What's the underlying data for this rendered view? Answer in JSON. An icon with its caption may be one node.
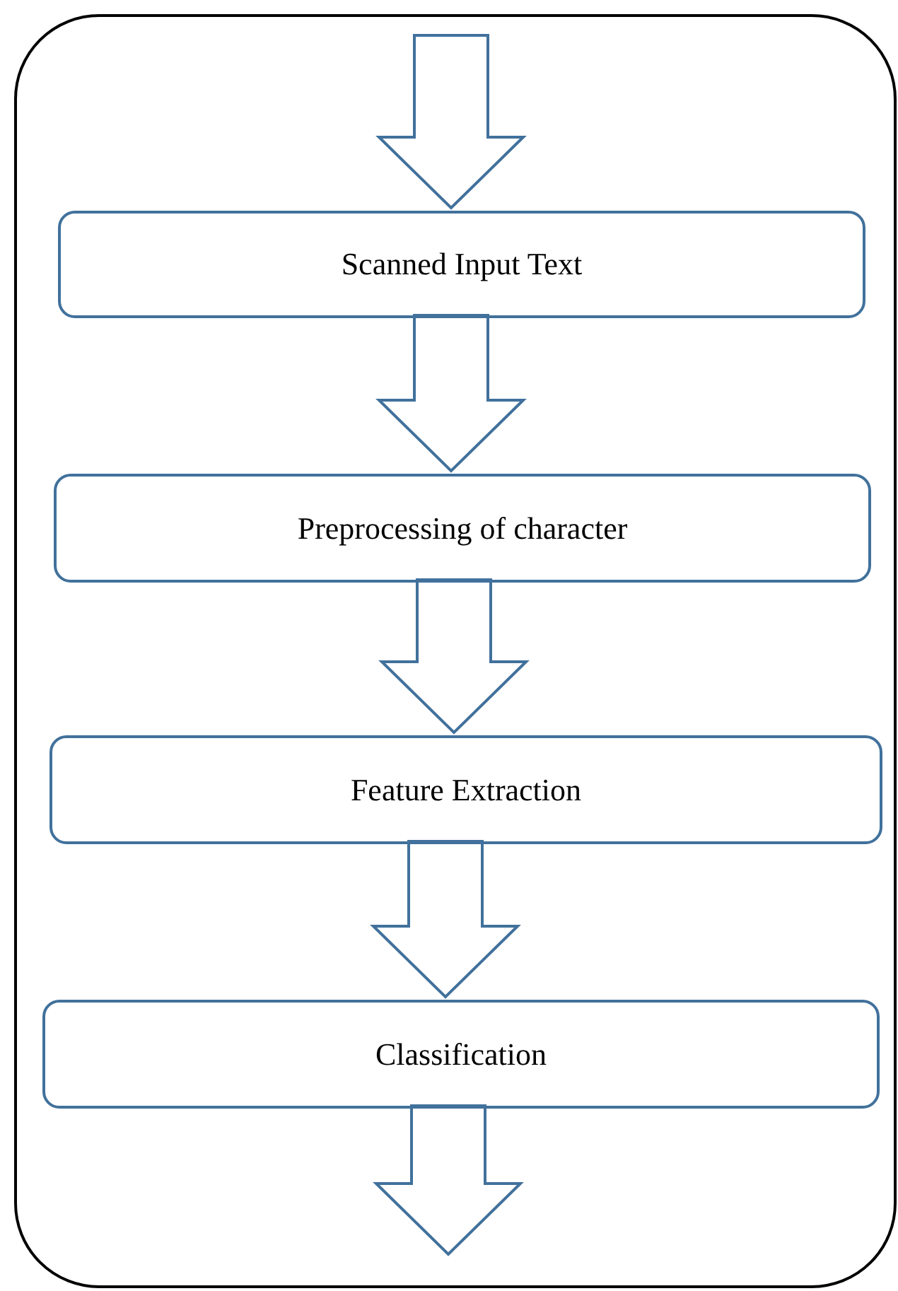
{
  "diagram": {
    "nodes": [
      {
        "text": [],
        "shape": "box"
      },
      {
        "text": [
          "Scanned Input Text"
        ],
        "in": 0
      },
      {
        "text": [
          "Preprocessing of character"
        ],
        "in": 0
      },
      {
        "text": [
          "Feature Extraction"
        ],
        "in": 0
      },
      {
        "text": [
          "Classification"
        ],
        "in": 0
      }
    ],
    "edges": [
      {
        "from": null,
        "to": 1,
        "arrow": "to"
      },
      {
        "from": 1,
        "to": 2,
        "arrow": "to"
      },
      {
        "from": 2,
        "to": 3,
        "arrow": "to"
      },
      {
        "from": 3,
        "to": 4,
        "arrow": "to"
      },
      {
        "from": 4,
        "to": null,
        "arrow": "to"
      }
    ]
  }
}
